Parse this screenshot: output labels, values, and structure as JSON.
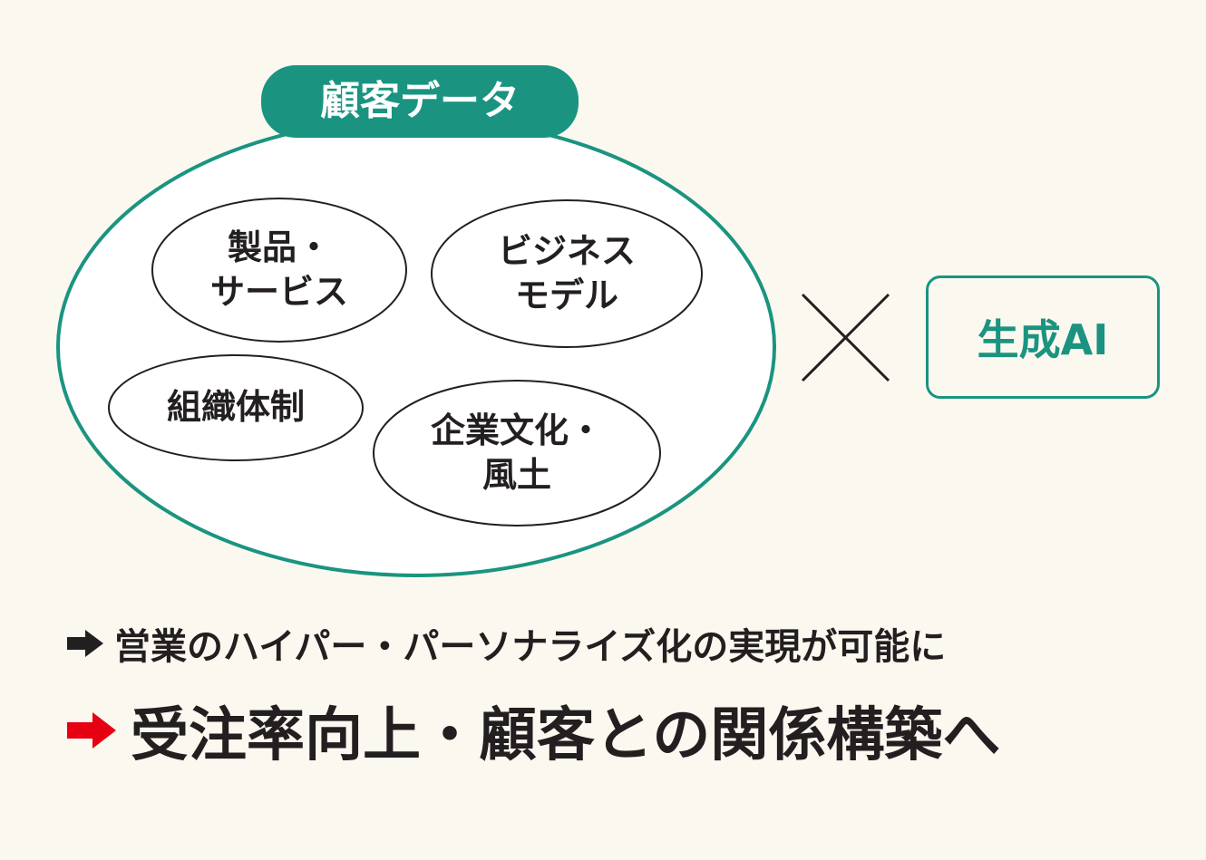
{
  "diagram": {
    "container_label": "顧客データ",
    "elements": [
      {
        "id": "products",
        "label": "製品・\nサービス"
      },
      {
        "id": "business",
        "label": "ビジネス\nモデル"
      },
      {
        "id": "organization",
        "label": "組織体制"
      },
      {
        "id": "culture",
        "label": "企業文化・\n風土"
      }
    ],
    "operator": "×",
    "partner_label": "生成AI"
  },
  "conclusions": [
    {
      "text": "営業のハイパー・パーソナライズ化の実現が可能に",
      "arrow_color": "#231f20"
    },
    {
      "text": "受注率向上・顧客との関係構築へ",
      "arrow_color": "#e60012"
    }
  ],
  "colors": {
    "accent": "#1a9480",
    "background": "#fbf8ef",
    "text": "#231f20",
    "highlight_arrow": "#e60012"
  }
}
